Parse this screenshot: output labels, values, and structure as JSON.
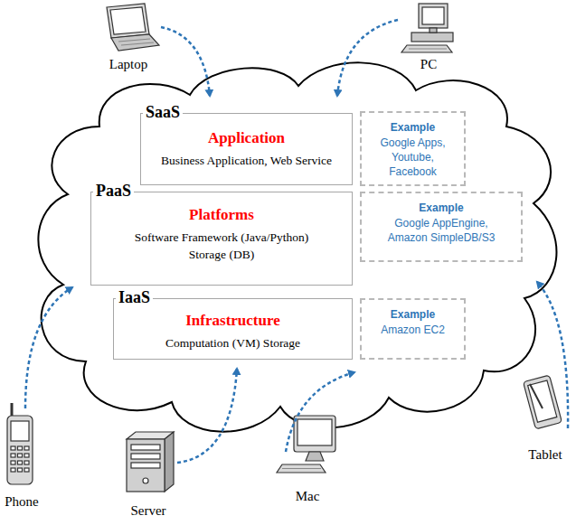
{
  "diagram": {
    "nodes": [
      {
        "text": [
          "SaaS",
          "Application",
          "Business Application, Web Service"
        ]
      },
      {
        "text": [
          "Example",
          "Google Apps, Youtube, Facebook"
        ]
      },
      {
        "text": [
          "PaaS",
          "Platforms",
          "Software Framework (Java/Python)",
          "Storage (DB)"
        ]
      },
      {
        "text": [
          "Example",
          "Google AppEngine, Amazon SimpleDB/S3"
        ]
      },
      {
        "text": [
          "IaaS",
          "Infrastructure",
          "Computation (VM) Storage"
        ]
      },
      {
        "text": [
          "Example",
          "Amazon EC2"
        ]
      }
    ],
    "labels": [
      "Laptop",
      "PC",
      "Phone",
      "Server",
      "Mac",
      "Tablet"
    ]
  }
}
